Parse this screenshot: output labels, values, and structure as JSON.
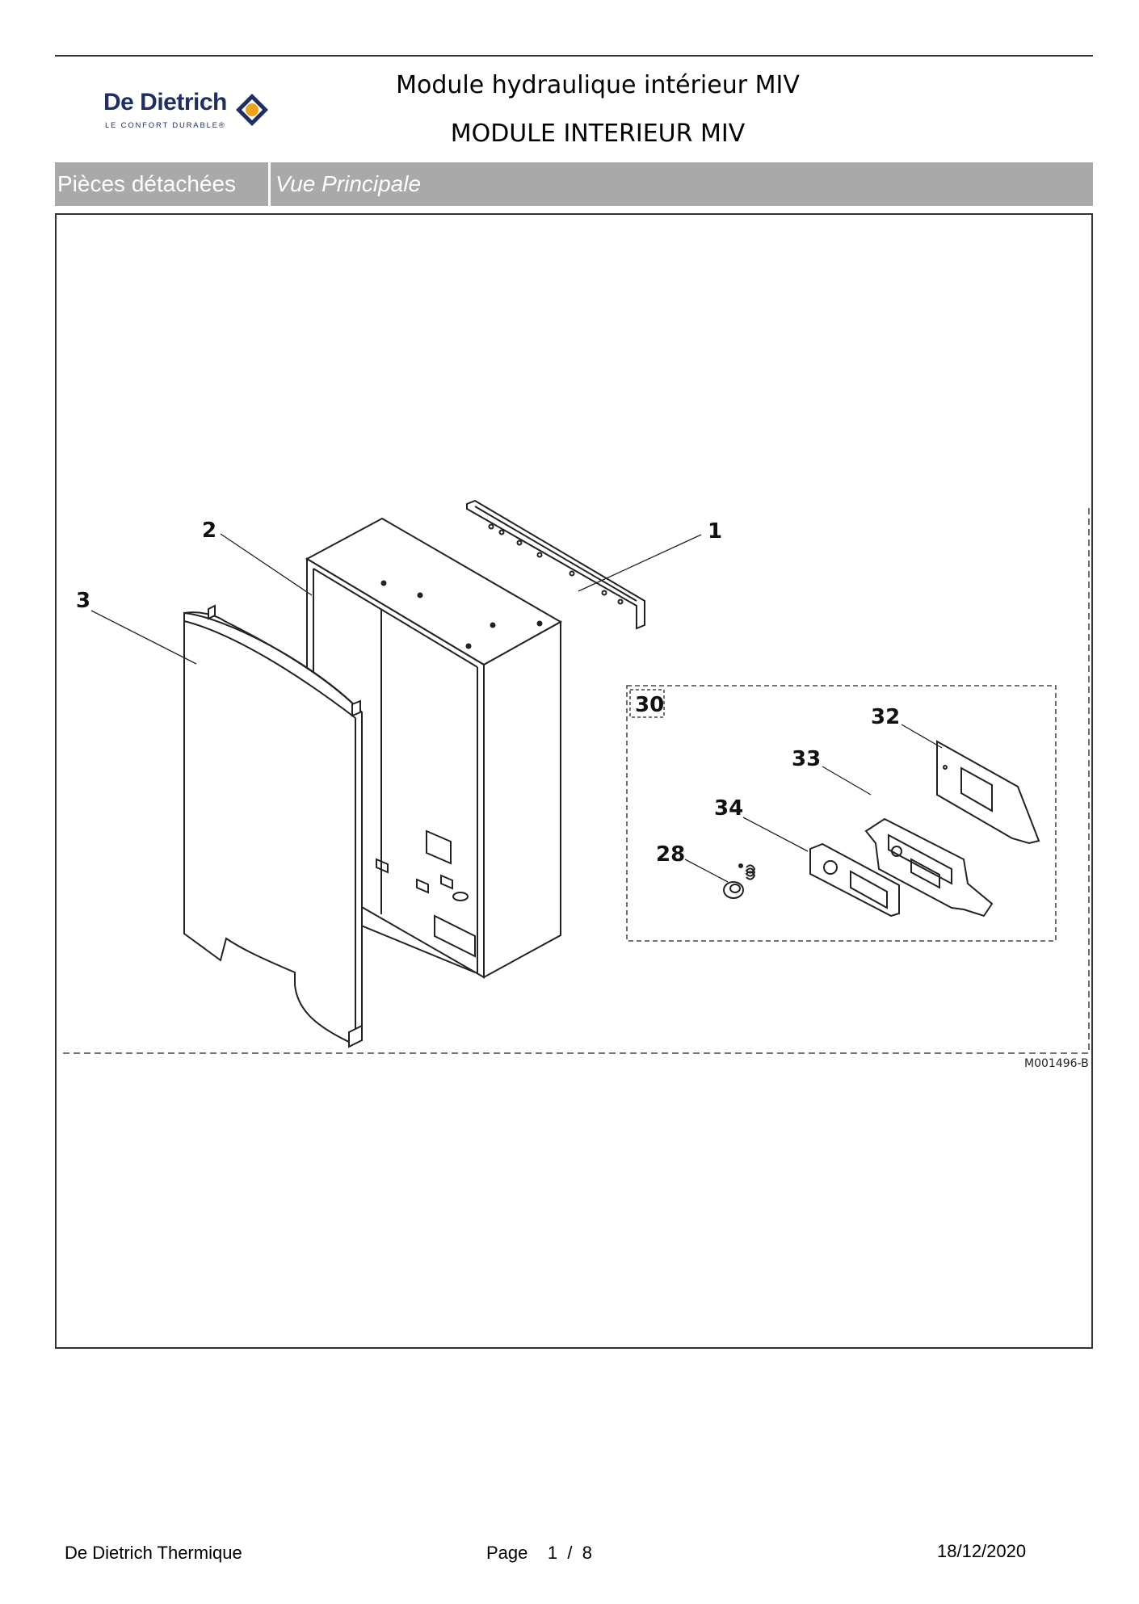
{
  "header": {
    "brand": "De Dietrich",
    "tagline": "LE CONFORT DURABLE®",
    "title": "Module hydraulique intérieur MIV",
    "subtitle": "MODULE INTERIEUR MIV"
  },
  "section_bar": {
    "label": "Pièces détachées",
    "view": "Vue Principale"
  },
  "diagram": {
    "callouts": [
      "1",
      "2",
      "3",
      "30",
      "32",
      "33",
      "34",
      "28"
    ],
    "reference": "M001496-B"
  },
  "footer": {
    "company": "De Dietrich Thermique",
    "page_label": "Page",
    "page_current": "1",
    "page_sep": "/",
    "page_total": "8",
    "date": "18/12/2020"
  },
  "colors": {
    "brand_navy": "#1f2f63",
    "brand_orange": "#f0a21e",
    "bar_gray": "#a9a9a9"
  }
}
